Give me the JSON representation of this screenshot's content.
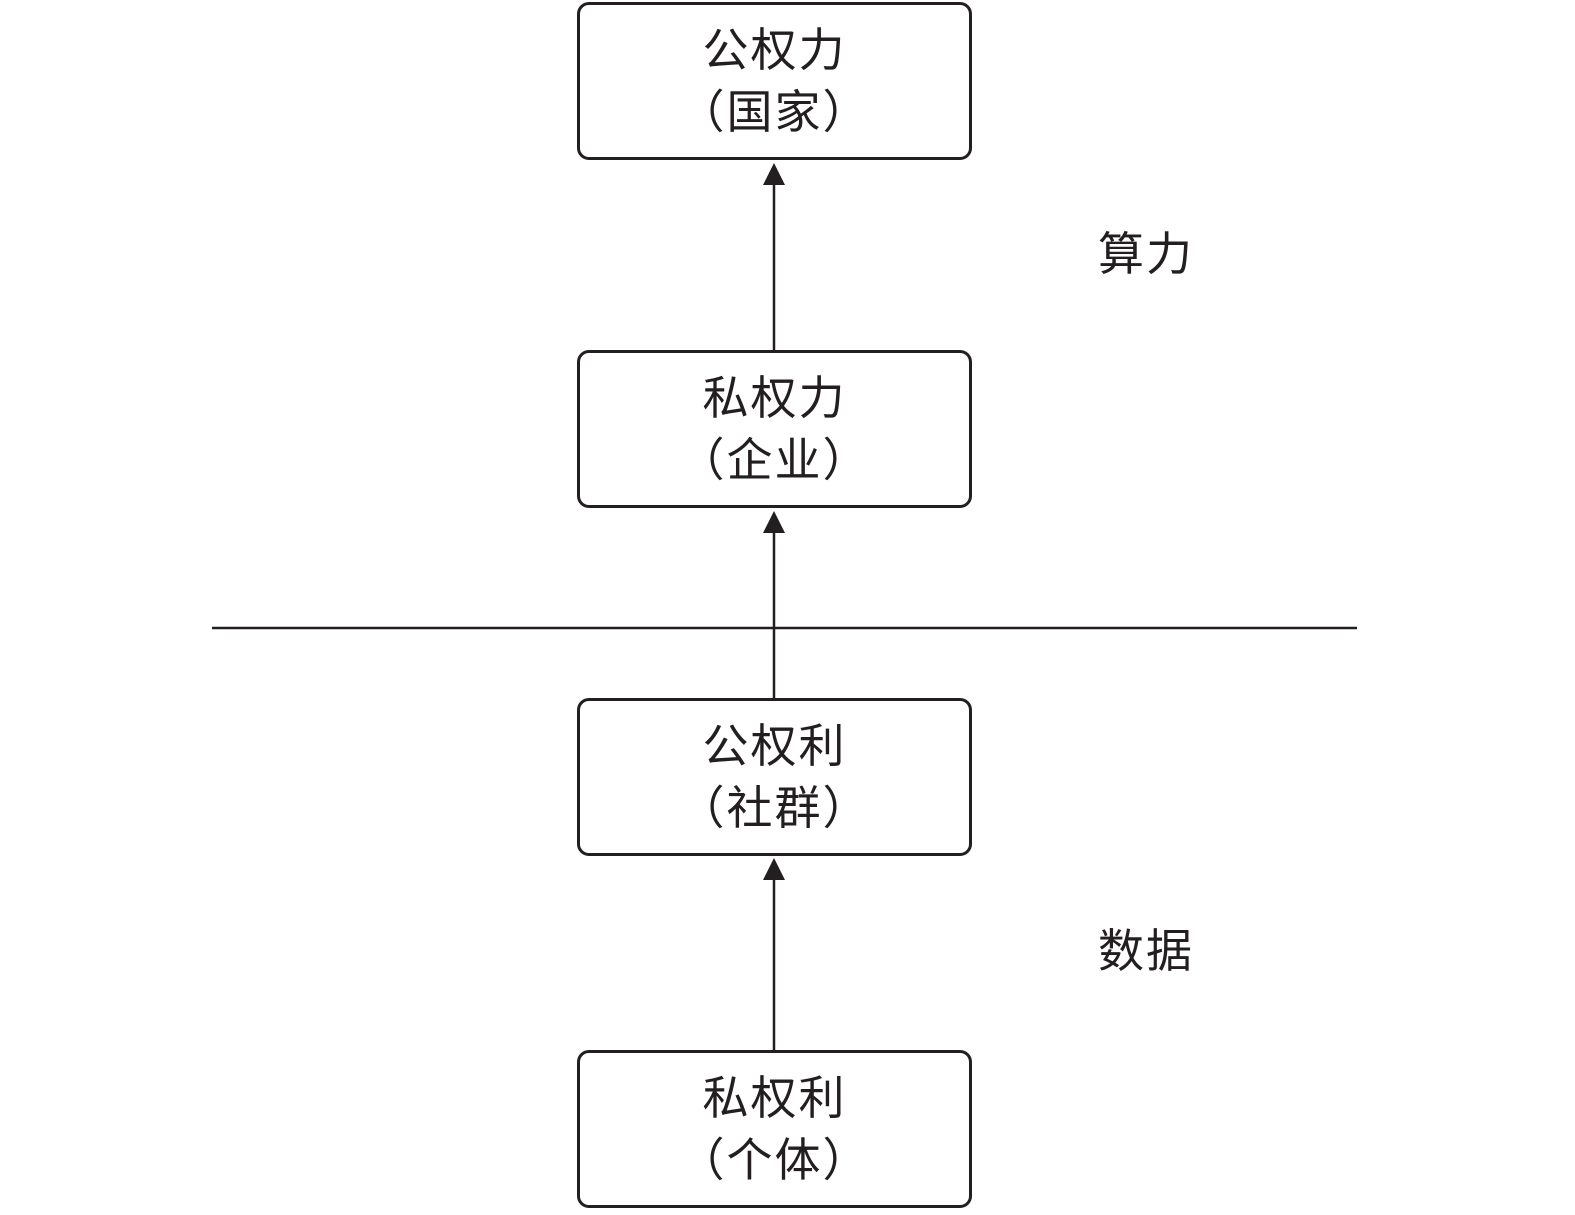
{
  "nodes": [
    {
      "id": "public-power",
      "title": "公权力",
      "sub": "（国家）"
    },
    {
      "id": "private-power",
      "title": "私权力",
      "sub": "（企业）"
    },
    {
      "id": "public-right",
      "title": "公权利",
      "sub": "（社群）"
    },
    {
      "id": "private-right",
      "title": "私权利",
      "sub": "（个体）"
    }
  ],
  "labels": {
    "upper": "算力",
    "lower": "数据"
  }
}
